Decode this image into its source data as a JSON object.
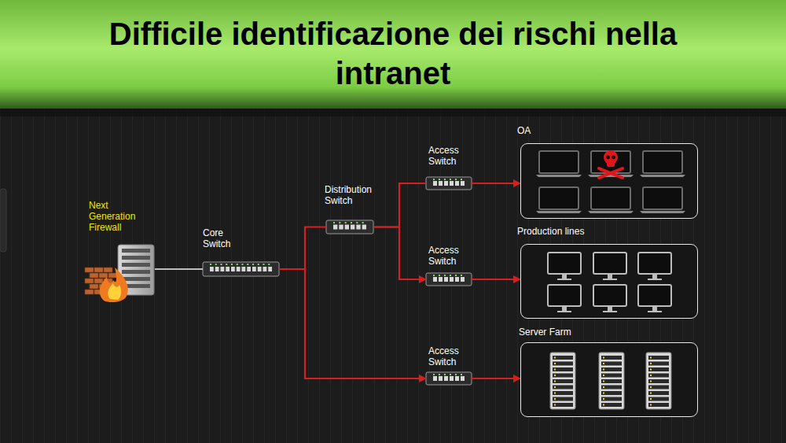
{
  "diagram": {
    "title": "Difficile identificazione dei rischi nella intranet",
    "nodes": [
      {
        "text": [
          "Next Generation Firewall"
        ]
      },
      {
        "text": [
          "Core Switch"
        ]
      },
      {
        "text": [
          "Distribution Switch"
        ]
      },
      {
        "text": [
          "Access Switch"
        ]
      },
      {
        "text": [
          "OA"
        ]
      },
      {
        "text": [
          "Access Switch"
        ]
      },
      {
        "text": [
          "Production lines"
        ]
      },
      {
        "text": [
          "Access Switch"
        ]
      },
      {
        "text": [
          "Server Farm"
        ]
      }
    ],
    "edges": [
      {
        "from": 0,
        "to": 1,
        "arrow": "none"
      },
      {
        "from": 1,
        "to": 2,
        "arrow": "none"
      },
      {
        "from": 2,
        "to": 3,
        "arrow": "none"
      },
      {
        "from": 3,
        "to": 4,
        "arrow": "to"
      },
      {
        "from": 2,
        "to": 5,
        "arrow": "to"
      },
      {
        "from": 5,
        "to": 6,
        "arrow": "to"
      },
      {
        "from": 1,
        "to": 7,
        "arrow": "to"
      },
      {
        "from": 7,
        "to": 8,
        "arrow": "to"
      }
    ]
  }
}
